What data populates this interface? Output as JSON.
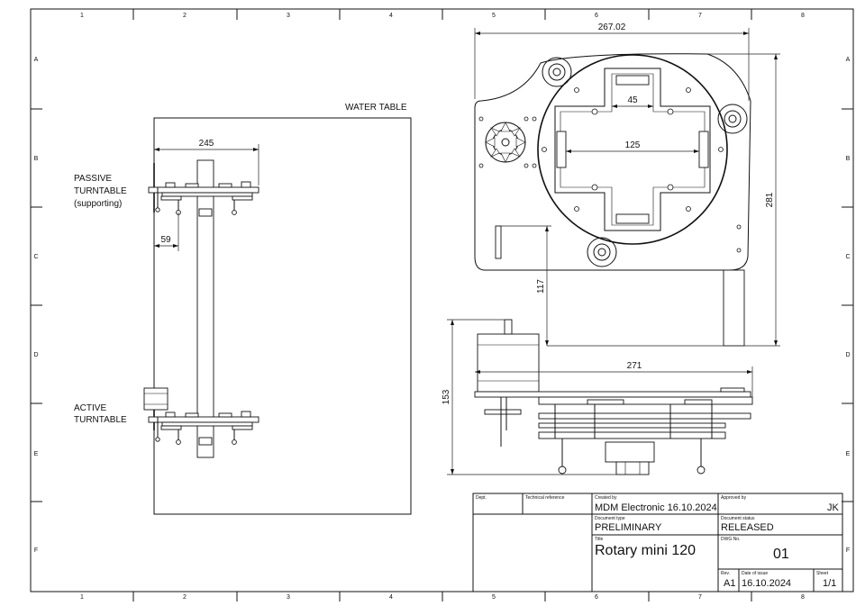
{
  "border": {
    "cols": [
      "1",
      "2",
      "3",
      "4",
      "5",
      "6",
      "7",
      "8"
    ],
    "rows": [
      "A",
      "B",
      "C",
      "D",
      "E",
      "F"
    ]
  },
  "left_view": {
    "water_table": "WATER TABLE",
    "passive_l1": "PASSIVE",
    "passive_l2": "TURNTABLE",
    "passive_l3": "(supporting)",
    "active_l1": "ACTIVE",
    "active_l2": "TURNTABLE",
    "dim_width": "245",
    "dim_offset": "59"
  },
  "top_view": {
    "dim_overall_width": "267.02",
    "dim_slot": "45",
    "dim_inner": "125",
    "dim_height": "281",
    "dim_mount": "117"
  },
  "side_view": {
    "dim_width": "271",
    "dim_height": "153"
  },
  "title_block": {
    "dept_label": "Dept.",
    "techref_label": "Technical reference",
    "created_label": "Created by",
    "created_value": "MDM Electronic 16.10.2024",
    "approved_label": "Approved by",
    "approved_value": "JK",
    "doctype_label": "Document type",
    "doctype_value": "PRELIMINARY",
    "docstatus_label": "Document status",
    "docstatus_value": "RELEASED",
    "title_label": "Title",
    "title_value": "Rotary mini 120",
    "dwg_label": "DWG No.",
    "dwg_value": "01",
    "rev_label": "Rev.",
    "rev_value": "A1",
    "date_label": "Date of issue",
    "date_value": "16.10.2024",
    "sheet_label": "Sheet",
    "sheet_value": "1/1"
  }
}
